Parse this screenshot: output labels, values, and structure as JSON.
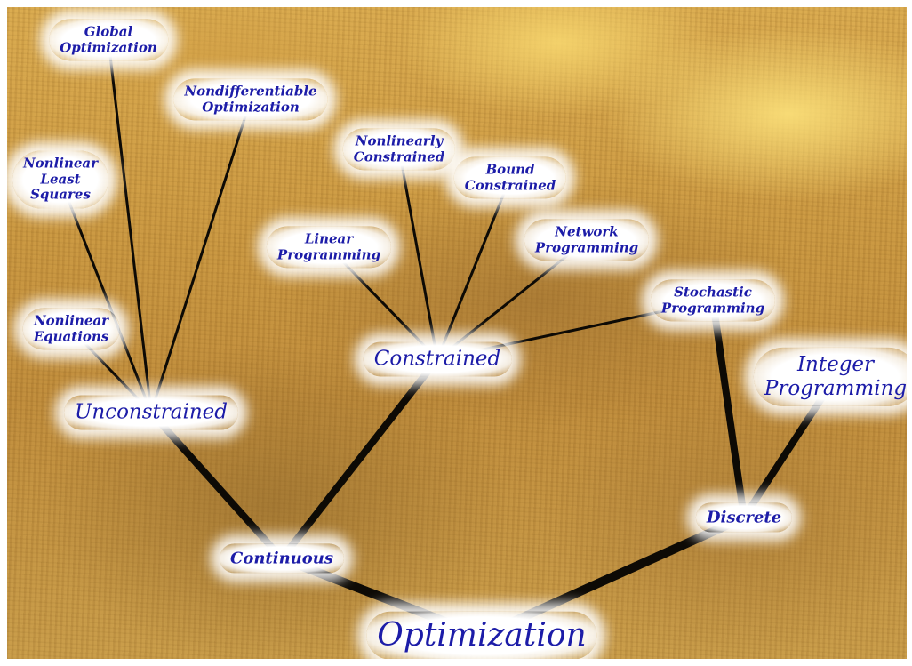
{
  "diagram": {
    "root": {
      "label": "Optimization"
    },
    "continuous": {
      "label": "Continuous"
    },
    "discrete": {
      "label": "Discrete"
    },
    "unconstrained": {
      "label": "Unconstrained"
    },
    "constrained": {
      "label": "Constrained"
    },
    "integer_programming": {
      "label": "Integer\nProgramming"
    },
    "stochastic_programming": {
      "label": "Stochastic\nProgramming"
    },
    "nonlinear_equations": {
      "label": "Nonlinear\nEquations"
    },
    "nonlinear_least_squares": {
      "label": "Nonlinear\nLeast\nSquares"
    },
    "global_optimization": {
      "label": "Global\nOptimization"
    },
    "nondifferentiable_optimization": {
      "label": "Nondifferentiable\nOptimization"
    },
    "linear_programming": {
      "label": "Linear\nProgramming"
    },
    "nonlinearly_constrained": {
      "label": "Nonlinearly\nConstrained"
    },
    "bound_constrained": {
      "label": "Bound\nConstrained"
    },
    "network_programming": {
      "label": "Network\nProgramming"
    }
  },
  "edges": [
    [
      "root",
      "continuous"
    ],
    [
      "root",
      "discrete"
    ],
    [
      "continuous",
      "unconstrained"
    ],
    [
      "continuous",
      "constrained"
    ],
    [
      "discrete",
      "integer_programming"
    ],
    [
      "discrete",
      "stochastic_programming"
    ],
    [
      "unconstrained",
      "nonlinear_equations"
    ],
    [
      "unconstrained",
      "nonlinear_least_squares"
    ],
    [
      "unconstrained",
      "global_optimization"
    ],
    [
      "unconstrained",
      "nondifferentiable_optimization"
    ],
    [
      "constrained",
      "linear_programming"
    ],
    [
      "constrained",
      "nonlinearly_constrained"
    ],
    [
      "constrained",
      "bound_constrained"
    ],
    [
      "constrained",
      "network_programming"
    ],
    [
      "constrained",
      "stochastic_programming"
    ]
  ],
  "colors": {
    "label_text": "#1c1ca8",
    "edge": "#0d0a05",
    "background_tone": "#c99640"
  }
}
